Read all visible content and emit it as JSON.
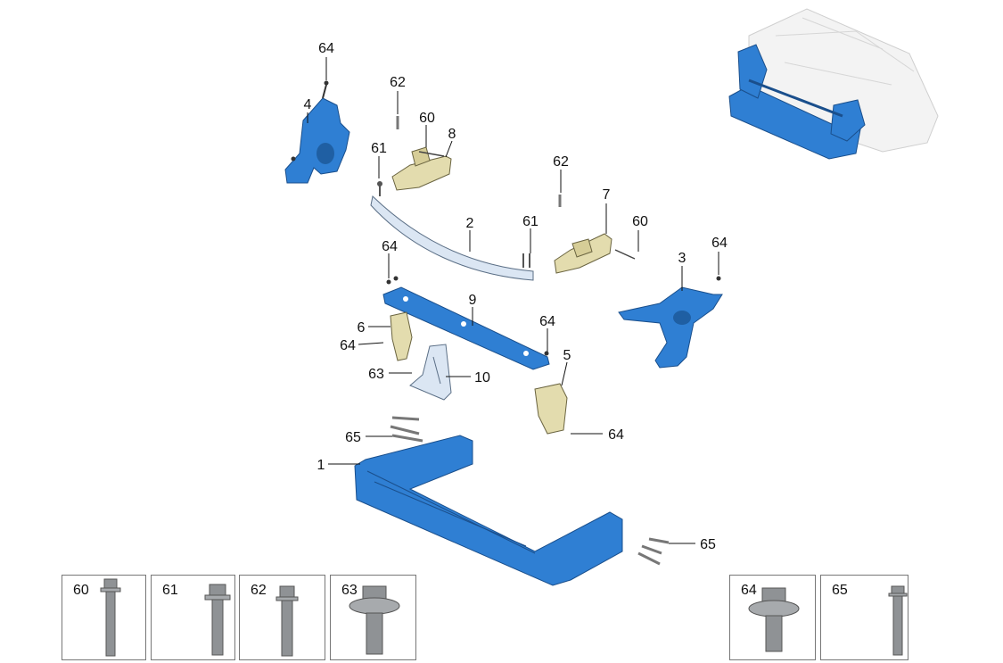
{
  "callouts": {
    "c1": "1",
    "c2": "2",
    "c3": "3",
    "c4": "4",
    "c5": "5",
    "c6": "6",
    "c7": "7",
    "c8": "8",
    "c9": "9",
    "c10": "10",
    "c60a": "60",
    "c60b": "60",
    "c61a": "61",
    "c61b": "61",
    "c62a": "62",
    "c62b": "62",
    "c63": "63",
    "c64a": "64",
    "c64b": "64",
    "c64c": "64",
    "c64d": "64",
    "c64e": "64",
    "c64f": "64",
    "c65a": "65",
    "c65b": "65"
  },
  "fastener_panels": [
    {
      "number": "60",
      "icon": "long-flange-bolt-icon"
    },
    {
      "number": "61",
      "icon": "stud-bolt-icon"
    },
    {
      "number": "62",
      "icon": "hex-flange-bolt-icon"
    },
    {
      "number": "63",
      "icon": "washer-head-bolt-icon"
    },
    {
      "number": "64",
      "icon": "washer-head-screw-icon"
    },
    {
      "number": "65",
      "icon": "slim-bolt-icon"
    }
  ],
  "colors": {
    "part_blue": "#2f7fd3",
    "part_blue_dark": "#1a4f8c",
    "bracket_yellow": "#e3dcae",
    "bar_light": "#dbe6f3",
    "fastener_grey": "#8f9295",
    "line": "#111111"
  }
}
